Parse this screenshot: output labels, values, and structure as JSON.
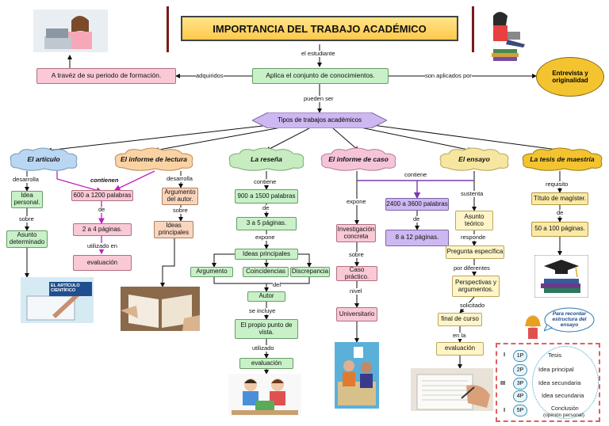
{
  "title": "IMPORTANCIA DEL TRABAJO ACADÉMICO",
  "root": {
    "conn_top": "el estudiante",
    "main": "Aplica el conjunto de conocimientos.",
    "left_link": "adquiridos",
    "left_node": "A travéz de su periodo de formación.",
    "right_link": "son aplicados por",
    "right_node": "Entrevista y originalidad",
    "down_link": "pueden ser",
    "types": "Tipos de trabajos académicos"
  },
  "branches": {
    "articulo": {
      "title": "El artículo",
      "l1": "desarrolla",
      "n1": "Idea personal.",
      "l2": "sobre",
      "n2": "Asunto determinado",
      "img_caption": "EL ARTÍCULO CIENTÍFICO"
    },
    "informe_lectura": {
      "title": "El informe de lectura",
      "l_contienen": "contienen",
      "n1": "600 a 1200 palabras",
      "l_de": "de",
      "n2": "2 a 4 páginas.",
      "l_util": "utilizado en",
      "n3": "evaluación",
      "l_desarrolla": "desarrolla",
      "n4": "Argumento del autor.",
      "l_sobre": "sobre",
      "n5": "Ideas principales"
    },
    "resena": {
      "title": "La reseña",
      "l1": "contiene",
      "n1": "900 a 1500 palabras",
      "l2": "de",
      "n2": "3 a 5 páginas.",
      "l3": "expone",
      "n3": "Ideas principales",
      "n4": "Argumento",
      "n5": "Coincidencias",
      "n6": "Discrepancia",
      "l4": "del",
      "n7": "Autor",
      "l5": "se incluye",
      "n8": "El propio punto de vista.",
      "l6": "utilizado",
      "n9": "evaluación"
    },
    "informe_caso": {
      "title": "El informe de caso",
      "l_contiene": "contiene",
      "l1": "expone",
      "n1": "Investigación concreta",
      "l2": "sobre",
      "n2": "Caso práctico.",
      "l3": "nivel",
      "n3": "Universitario"
    },
    "shared": {
      "n1": "2400 a 3600 palabras",
      "l1": "de",
      "n2": "8 a 12 páginas."
    },
    "ensayo": {
      "title": "El ensayo",
      "l1": "sustenta",
      "n1": "Asunto teórico",
      "l2": "responde",
      "n2": "Pregunta específica",
      "l3": "por diferentes",
      "n3": "Perspectivas y argumentos.",
      "l4": "solicitado",
      "n4": "final de curso",
      "l5": "en la",
      "n5": "evaluación"
    },
    "tesis": {
      "title": "La tesis de maestría",
      "l1": "requisito",
      "n1": "Título de magíster.",
      "l2": "de",
      "n2": "50 a 100 páginas."
    }
  },
  "essay_structure": {
    "bubble": "Para recordar estructura del ensayo",
    "roman": [
      "I",
      "III",
      "I"
    ],
    "circles": [
      "1P",
      "2P",
      "3P",
      "4P",
      "5P"
    ],
    "parts": [
      "Tesis",
      "Idea principal",
      "Idea secundaria",
      "Idea secundaria",
      "Conclusión",
      "(opinión personal)"
    ]
  },
  "colors": {
    "green": "#c8f1c8",
    "pink": "#f9c9d6",
    "yellow": "#fbe9a6",
    "violet": "#cdb8f2",
    "cloud_blue": "#b9d6f2",
    "cloud_orange": "#fbd2a4",
    "cloud_green": "#c6ecc0",
    "cloud_pink": "#f5c4d8",
    "cloud_yellow": "#f6e6a0",
    "cloud_gold": "#f4c430",
    "title_border": "#7a1a1a"
  }
}
